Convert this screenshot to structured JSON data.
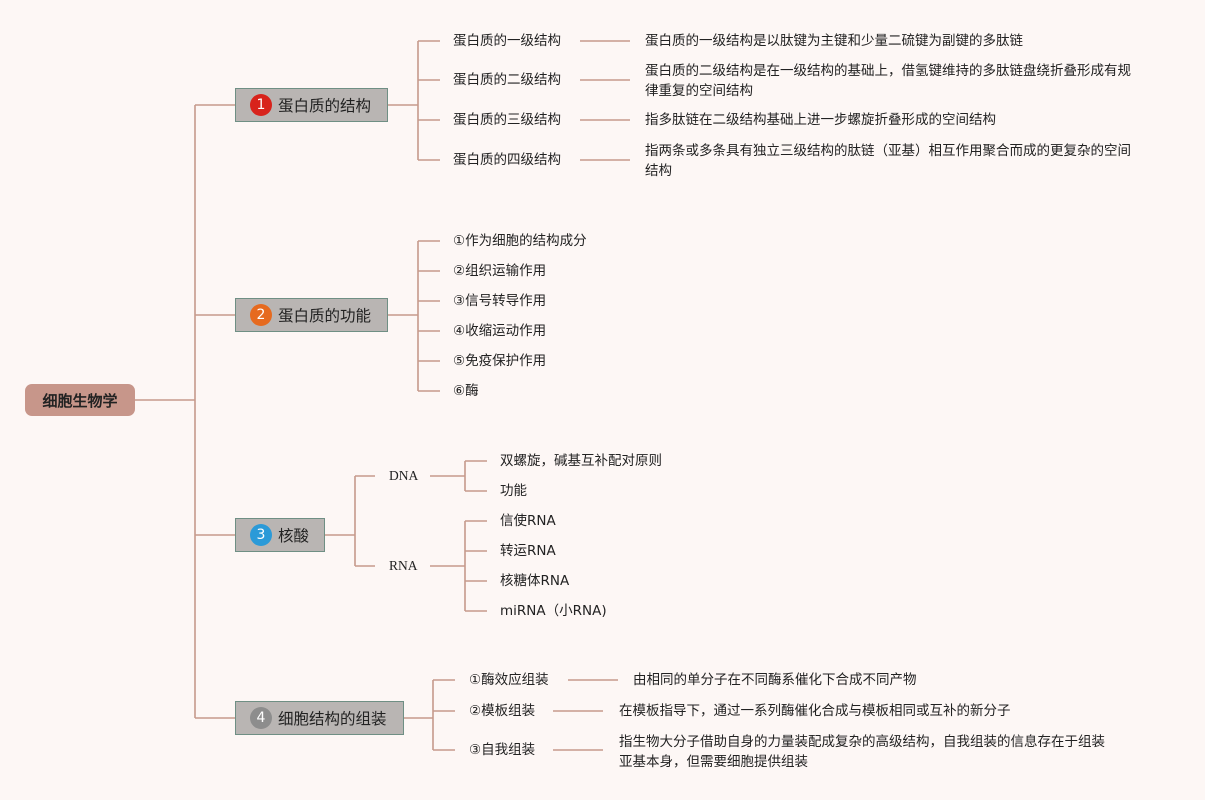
{
  "root": {
    "label": "细胞生物学"
  },
  "branches": [
    {
      "number": "1",
      "label": "蛋白质的结构",
      "badge_color": "#d8231c",
      "children": [
        {
          "label": "蛋白质的一级结构",
          "desc": "蛋白质的一级结构是以肽键为主键和少量二硫键为副键的多肽链"
        },
        {
          "label": "蛋白质的二级结构",
          "desc": "蛋白质的二级结构是在一级结构的基础上，借氢键维持的多肽链盘绕折叠形成有规律重复的空间结构"
        },
        {
          "label": "蛋白质的三级结构",
          "desc": "指多肽链在二级结构基础上进一步螺旋折叠形成的空间结构"
        },
        {
          "label": "蛋白质的四级结构",
          "desc": "指两条或多条具有独立三级结构的肽链（亚基）相互作用聚合而成的更复杂的空间结构"
        }
      ]
    },
    {
      "number": "2",
      "label": "蛋白质的功能",
      "badge_color": "#e66a1f",
      "children": [
        {
          "label": "①作为细胞的结构成分"
        },
        {
          "label": "②组织运输作用"
        },
        {
          "label": "③信号转导作用"
        },
        {
          "label": "④收缩运动作用"
        },
        {
          "label": "⑤免疫保护作用"
        },
        {
          "label": "⑥酶"
        }
      ]
    },
    {
      "number": "3",
      "label": "核酸",
      "badge_color": "#2b9ad8",
      "children": [
        {
          "label": "DNA",
          "children": [
            {
              "label": "双螺旋，碱基互补配对原则"
            },
            {
              "label": "功能"
            }
          ]
        },
        {
          "label": "RNA",
          "children": [
            {
              "label": "信使RNA"
            },
            {
              "label": "转运RNA"
            },
            {
              "label": "核糖体RNA"
            },
            {
              "label": "miRNA（小RNA)"
            }
          ]
        }
      ]
    },
    {
      "number": "4",
      "label": "细胞结构的组装",
      "badge_color": "#8d8d8d",
      "children": [
        {
          "label": "①酶效应组装",
          "desc": "由相同的单分子在不同酶系催化下合成不同产物"
        },
        {
          "label": "②模板组装",
          "desc": "在模板指导下，通过一系列酶催化合成与模板相同或互补的新分子"
        },
        {
          "label": "③自我组装",
          "desc": "指生物大分子借助自身的力量装配成复杂的高级结构，自我组装的信息存在于组装亚基本身，但需要细胞提供组装"
        }
      ]
    }
  ],
  "colors": {
    "line": "#c69a8c",
    "root_fill": "#c7968a",
    "main_fill": "#b9b5b3",
    "main_border": "#6f8f84",
    "background": "#fdf7f5"
  }
}
